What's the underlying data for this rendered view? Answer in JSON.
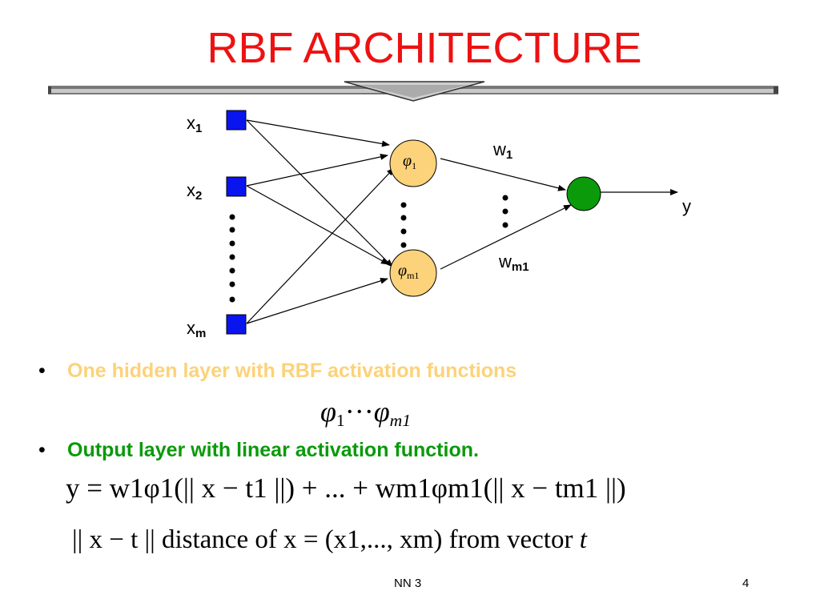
{
  "slide": {
    "title": "RBF ARCHITECTURE",
    "footer_left": "NN 3",
    "page_number": "4"
  },
  "diagram": {
    "inputs": [
      {
        "base": "x",
        "sub": "1"
      },
      {
        "base": "x",
        "sub": "2"
      },
      {
        "base": "x",
        "sub": "m"
      }
    ],
    "hidden_nodes": [
      {
        "symbol": "φ",
        "sub": "1"
      },
      {
        "symbol": "φ",
        "sub": "m1"
      }
    ],
    "weights": [
      {
        "base": "w",
        "sub": "1"
      },
      {
        "base": "w",
        "sub": "m1"
      }
    ],
    "output_label": "y",
    "colors": {
      "input_node": "#0a14ee",
      "hidden_node": "#fcd27a",
      "output_node": "#0a9a0a",
      "title": "#ee1111"
    }
  },
  "bullets": [
    {
      "text": "One hidden layer with RBF activation functions",
      "color": "#fcd27a"
    },
    {
      "text": "Output layer with linear activation function.",
      "color": "#0a9a0a"
    }
  ],
  "formulas": {
    "phi_range": {
      "phi1_sub": "1",
      "dots": "···",
      "phim_sub": "m1"
    },
    "output_eq": "y = w1φ1(|| x − t1 ||) + ... + wm1φm1(|| x − tm1 ||)",
    "distance": {
      "norm": "|| x − t ||",
      "text1": "distance of",
      "eq": "x = (x1,..., xm)",
      "text2": "from vector",
      "var": "t"
    }
  }
}
